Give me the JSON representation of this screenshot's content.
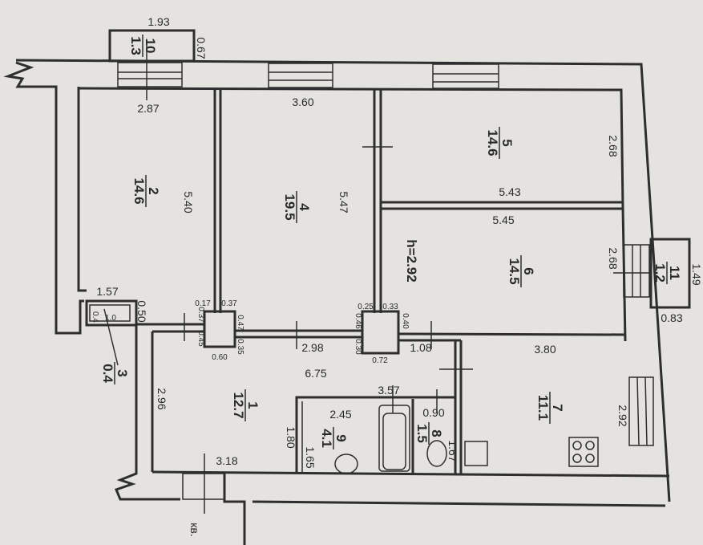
{
  "plan": {
    "ceiling_height": "h=2.92",
    "entrance_label": "кв.",
    "rooms": {
      "r1": {
        "number": "1",
        "area": "12.7"
      },
      "r2": {
        "number": "2",
        "area": "14.6"
      },
      "r3": {
        "number": "3",
        "area": "0.4"
      },
      "r4": {
        "number": "4",
        "area": "19.5"
      },
      "r5": {
        "number": "5",
        "area": "14.6"
      },
      "r6": {
        "number": "6",
        "area": "14.5"
      },
      "r7": {
        "number": "7",
        "area": "11.1"
      },
      "r8": {
        "number": "8",
        "area": "1.5"
      },
      "r9": {
        "number": "9",
        "area": "4.1"
      },
      "r10": {
        "number": "10",
        "area": "1.3"
      },
      "r11": {
        "number": "11",
        "area": "1.2"
      }
    },
    "dims": {
      "b10_w": "1.93",
      "b10_h": "0.67",
      "r2_w": "2.87",
      "r4_w": "3.60",
      "r2_h": "5.40",
      "r4_h": "5.47",
      "r5_h": "2.68",
      "r5_w": "5.43",
      "r6_w": "5.45",
      "r6_h": "2.68",
      "b11_h": "1.49",
      "b11_w": "0.83",
      "r3_w": "1.57",
      "r3_a": "0.4",
      "r3_b": "1.0",
      "r3_c": "0.50",
      "c1_a": "0.17",
      "c1_b": "0.37",
      "c1_c": "0.37",
      "c1_d": "0.47",
      "c1_e": "0.45",
      "c1_f": "0.35",
      "c1_g": "0.60",
      "c2_a": "0.25",
      "c2_b": "0.33",
      "c2_c": "0.46",
      "c2_d": "0.40",
      "c2_e": "0.30",
      "c2_f": "0.72",
      "hall_a": "2.98",
      "hall_b": "1.08",
      "hall_w": "6.75",
      "r7_w": "3.80",
      "r7_h": "2.92",
      "r1_h": "2.96",
      "r1_b": "3.18",
      "bath_w": "3.57",
      "r9_w": "2.45",
      "r9_h1": "1.80",
      "r9_h2": "1.65",
      "r8_w": "0.90",
      "r8_h": "1.67"
    }
  }
}
